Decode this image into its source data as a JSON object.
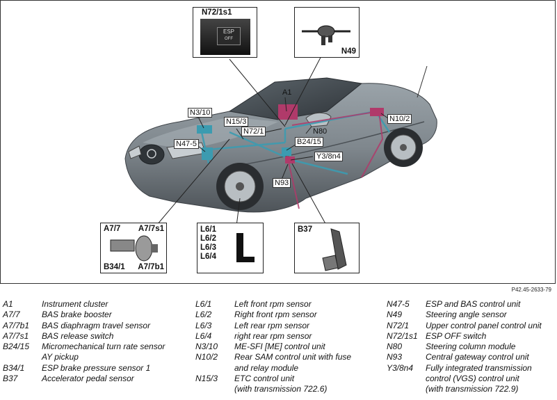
{
  "reference": "P42.45-2633-79",
  "callouts": {
    "a1": "A1",
    "n3_10": "N3/10",
    "n15_3": "N15/3",
    "n72_1": "N72/1",
    "n80": "N80",
    "n47_5": "N47-5",
    "b24_15": "B24/15",
    "y3_8n4": "Y3/8n4",
    "n93": "N93",
    "n10_2": "N10/2"
  },
  "insets": {
    "esp_switch": {
      "label": "N72/1s1",
      "button_text": "ESP",
      "button_sub": "OFF"
    },
    "steering": {
      "label": "N49"
    },
    "brake": {
      "labels": [
        "A7/7",
        "A7/7s1",
        "B34/1",
        "A7/7b1"
      ]
    },
    "rpm": {
      "labels": [
        "L6/1",
        "L6/2",
        "L6/3",
        "L6/4"
      ]
    },
    "pedal": {
      "label": "B37"
    }
  },
  "legend": [
    [
      {
        "code": "A1",
        "desc": "Instrument cluster"
      },
      {
        "code": "A7/7",
        "desc": "BAS brake booster"
      },
      {
        "code": "A7/7b1",
        "desc": "BAS diaphragm travel sensor"
      },
      {
        "code": "A7/7s1",
        "desc": "BAS release switch"
      },
      {
        "code": "B24/15",
        "desc": "Micromechanical turn rate sensor"
      },
      {
        "code": "",
        "desc": "AY pickup"
      },
      {
        "code": "B34/1",
        "desc": "ESP brake pressure sensor 1"
      },
      {
        "code": "B37",
        "desc": "Accelerator pedal sensor"
      }
    ],
    [
      {
        "code": "L6/1",
        "desc": "Left front rpm sensor"
      },
      {
        "code": "L6/2",
        "desc": "Right front rpm sensor"
      },
      {
        "code": "L6/3",
        "desc": "Left rear rpm sensor"
      },
      {
        "code": "L6/4",
        "desc": "right rear rpm sensor"
      },
      {
        "code": "N3/10",
        "desc": "ME-SFI [ME] control unit"
      },
      {
        "code": "N10/2",
        "desc": "Rear SAM control unit with fuse"
      },
      {
        "code": "",
        "desc": "and relay module"
      },
      {
        "code": "N15/3",
        "desc": "ETC control unit"
      },
      {
        "code": "",
        "desc": "(with transmission 722.6)"
      }
    ],
    [
      {
        "code": "N47-5",
        "desc": "ESP and BAS control unit"
      },
      {
        "code": "N49",
        "desc": "Steering angle sensor"
      },
      {
        "code": "N72/1",
        "desc": "Upper control panel control unit"
      },
      {
        "code": "N72/1s1",
        "desc": "ESP OFF switch"
      },
      {
        "code": "N80",
        "desc": "Steering column module"
      },
      {
        "code": "N93",
        "desc": "Central gateway control unit"
      },
      {
        "code": "Y3/8n4",
        "desc": "Fully integrated transmission"
      },
      {
        "code": "",
        "desc": "control (VGS) control unit"
      },
      {
        "code": "",
        "desc": "(with transmission 722.9)"
      }
    ]
  ]
}
